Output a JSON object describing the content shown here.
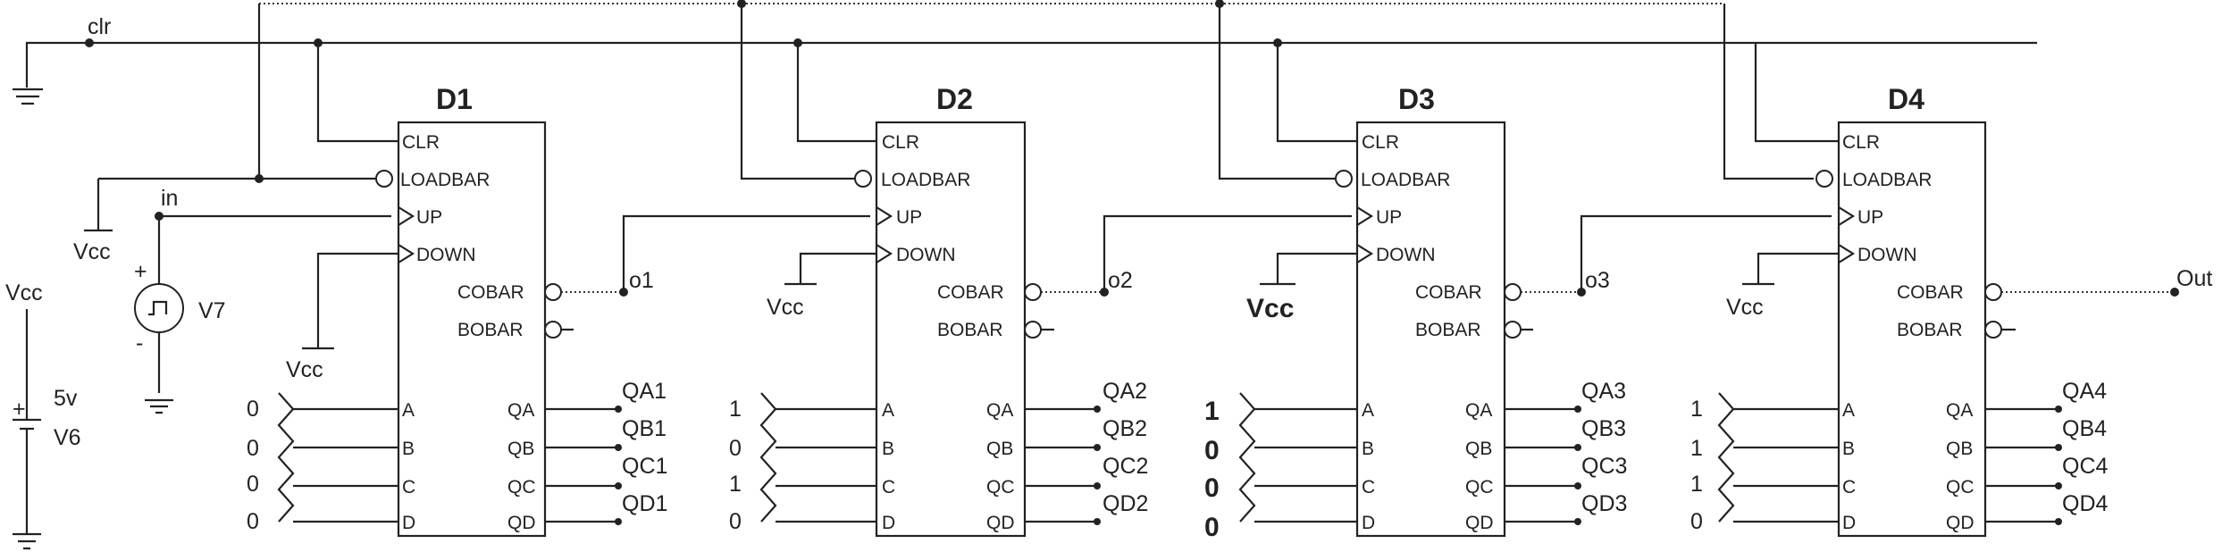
{
  "power": {
    "clr_label": "clr",
    "in_label": "in",
    "vcc_label": "Vcc",
    "battery_voltage": "5v",
    "battery_name": "V6",
    "source_name": "V7",
    "plus": "+",
    "minus": "-"
  },
  "pins": {
    "clr": "CLR",
    "loadbar": "LOADBAR",
    "up": "UP",
    "down": "DOWN",
    "cobar": "COBAR",
    "bobar": "BOBAR",
    "a": "A",
    "b": "B",
    "c": "C",
    "d": "D",
    "qa": "QA",
    "qb": "QB",
    "qc": "QC",
    "qd": "QD"
  },
  "counters": [
    {
      "name": "D1",
      "inputs": [
        "0",
        "0",
        "0",
        "0"
      ],
      "outputs": [
        "QA1",
        "QB1",
        "QC1",
        "QD1"
      ],
      "carry": "o1",
      "vcc": "Vcc"
    },
    {
      "name": "D2",
      "inputs": [
        "1",
        "0",
        "1",
        "0"
      ],
      "outputs": [
        "QA2",
        "QB2",
        "QC2",
        "QD2"
      ],
      "carry": "o2",
      "vcc": "Vcc"
    },
    {
      "name": "D3",
      "inputs": [
        "1",
        "0",
        "0",
        "0"
      ],
      "outputs": [
        "QA3",
        "QB3",
        "QC3",
        "QD3"
      ],
      "carry": "o3",
      "vcc": "Vcc"
    },
    {
      "name": "D4",
      "inputs": [
        "1",
        "1",
        "1",
        "0"
      ],
      "outputs": [
        "QA4",
        "QB4",
        "QC4",
        "QD4"
      ],
      "carry": "Out",
      "vcc": "Vcc"
    }
  ]
}
